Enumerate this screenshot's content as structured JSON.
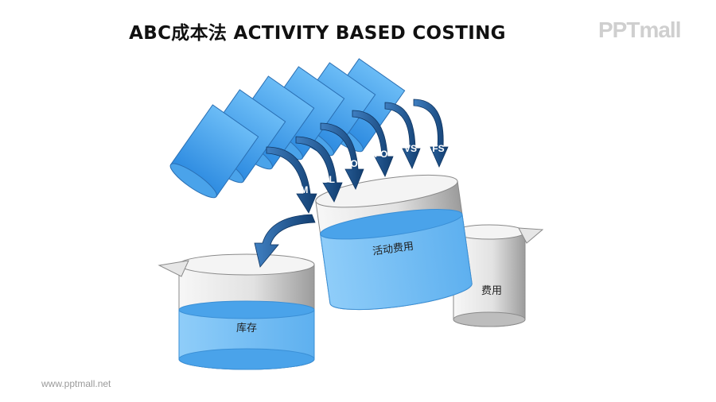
{
  "header": {
    "title": "ABC成本法 ACTIVITY BASED COSTING",
    "brand": "PPTmall"
  },
  "diagram": {
    "drivers": [
      "DM",
      "DL",
      "VO",
      "FO",
      "VS",
      "FS"
    ],
    "activity_label": "活动费用",
    "inventory_label": "库存",
    "expense_label": "费用"
  },
  "footer": {
    "url": "www.pptmall.net"
  },
  "colors": {
    "water": "#7ec4f7",
    "water_dark": "#3a8fd6",
    "arrow": "#1e4f86",
    "glass": "#d9d9d9"
  }
}
